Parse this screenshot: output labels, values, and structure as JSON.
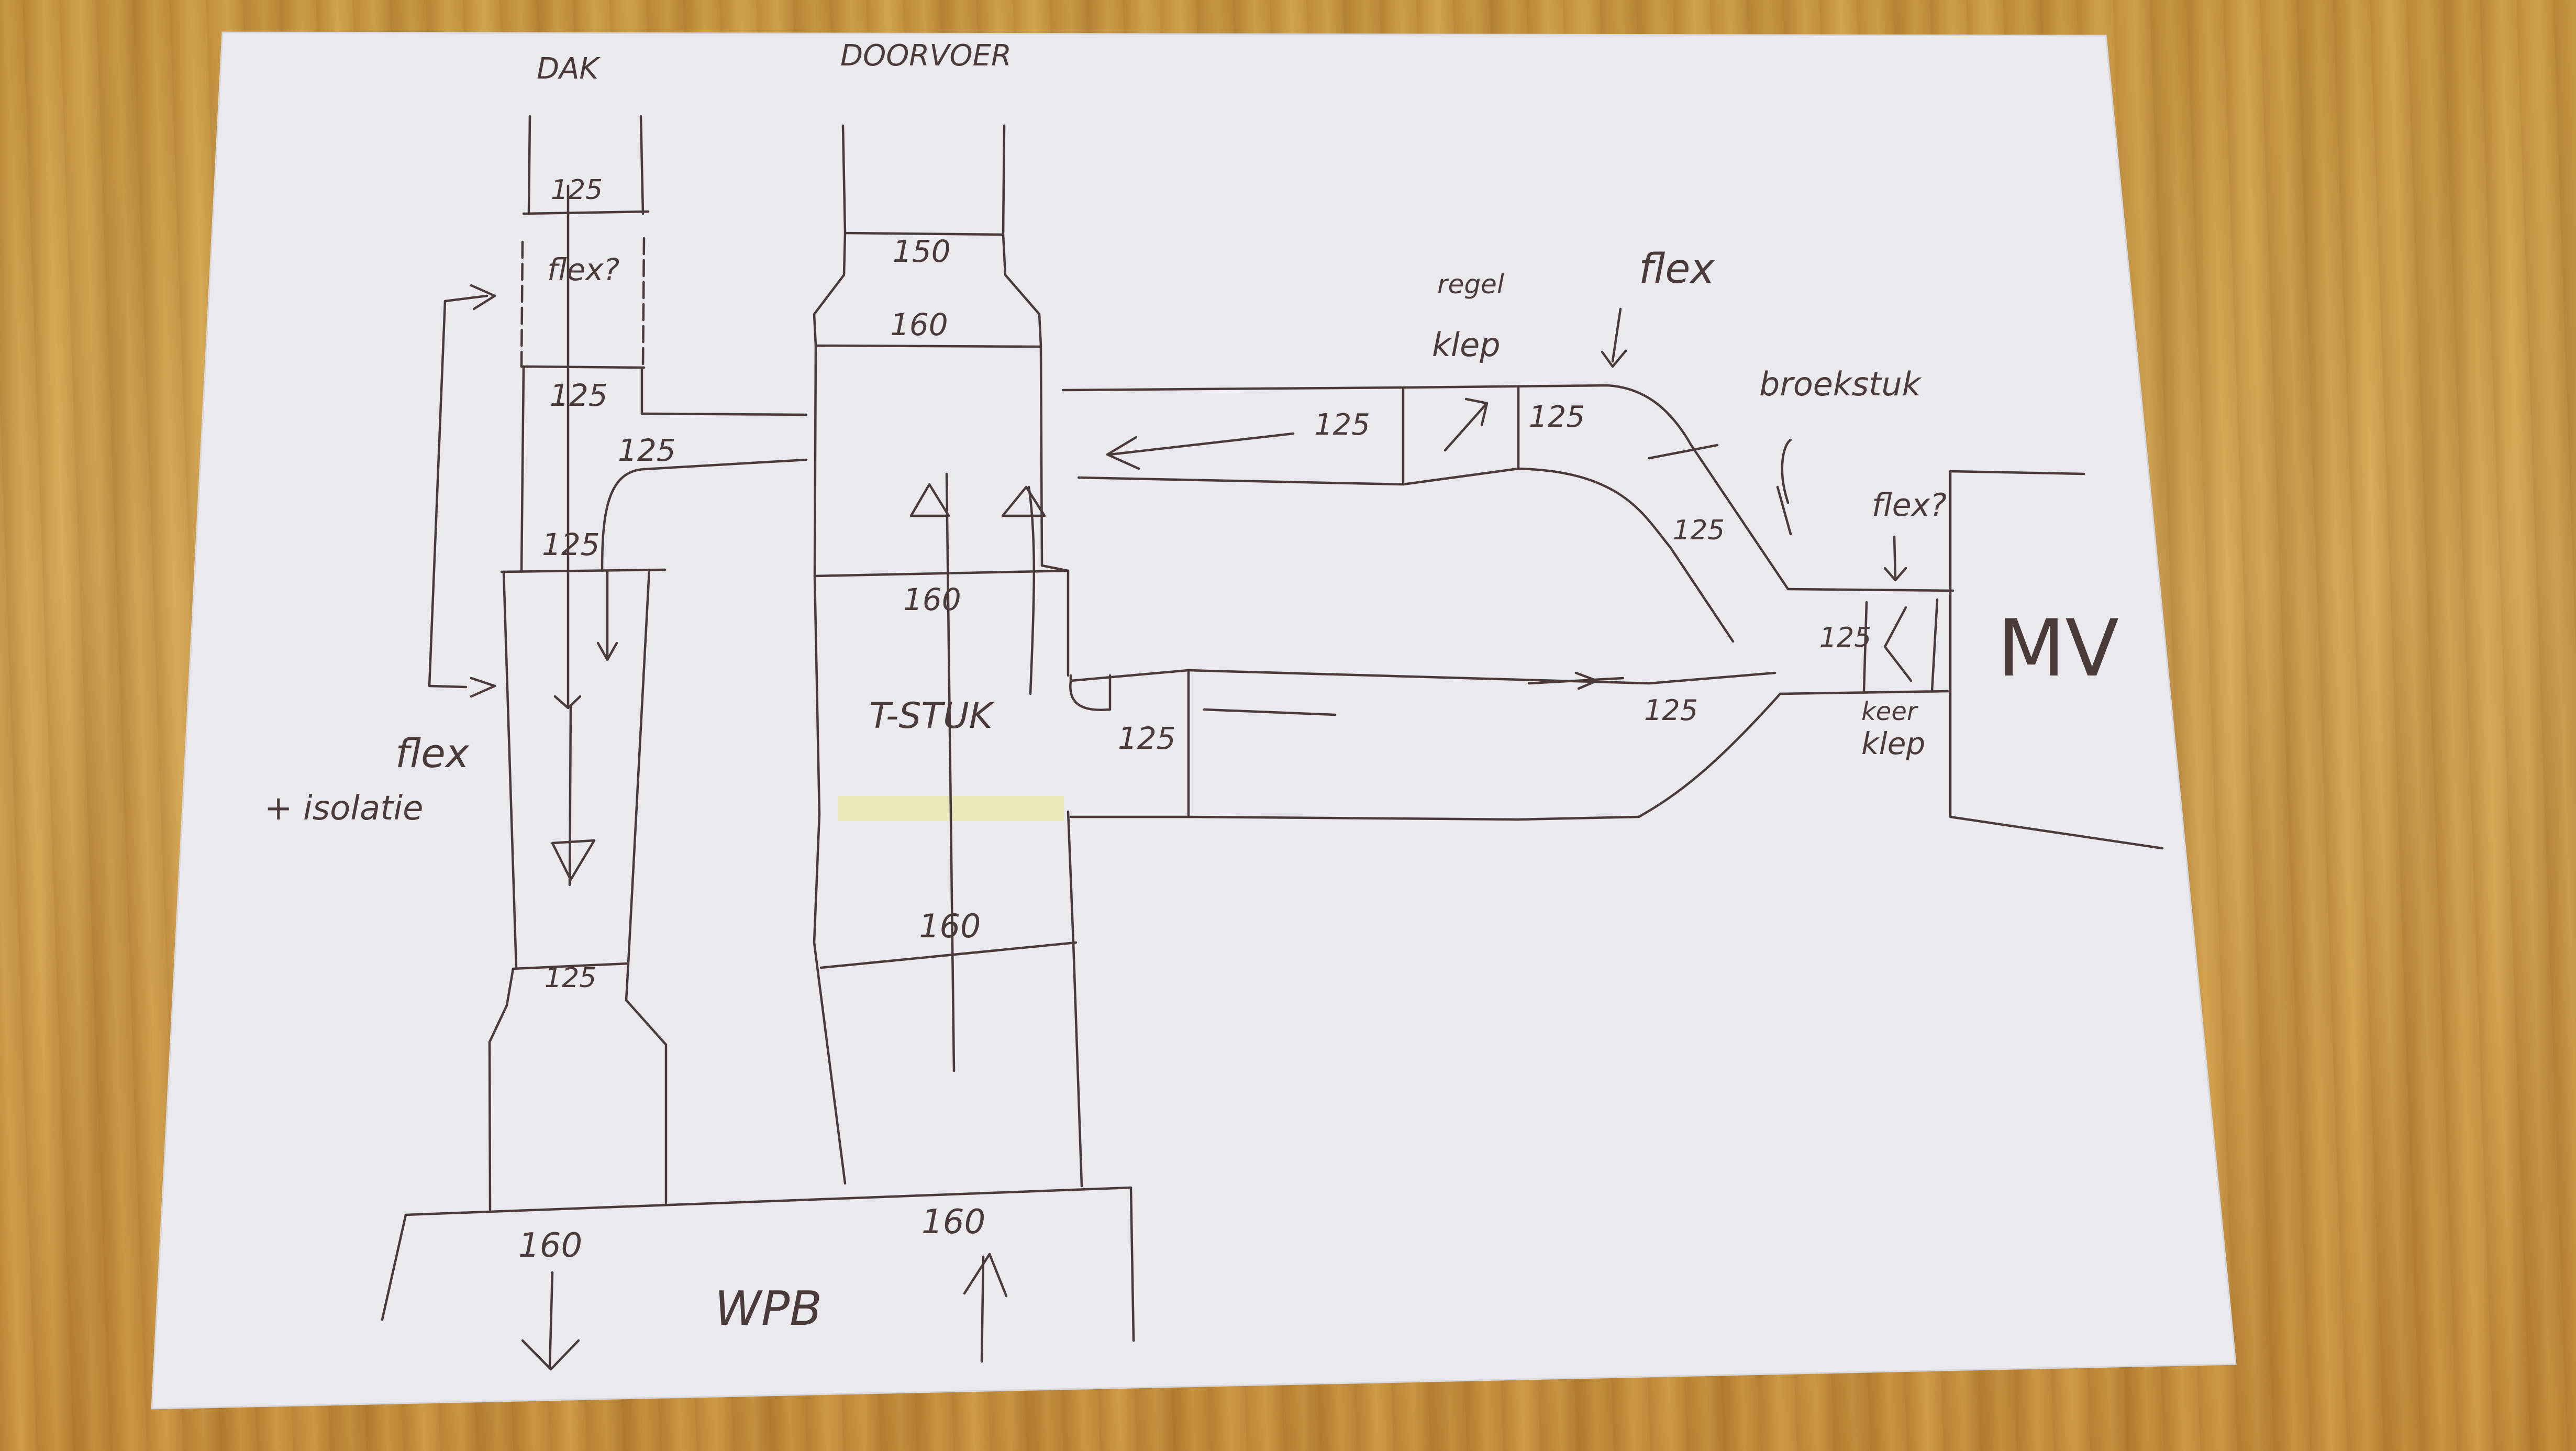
{
  "labels": {
    "dak": "DAK",
    "doorvoer": "DOORVOER",
    "flex_top": "flex?",
    "flex_isolatie_1": "flex",
    "flex_isolatie_2": "+ isolatie",
    "regel": "regel",
    "klep": "klep",
    "flex_right": "flex",
    "broekstuk": "broekstuk",
    "flex_mv": "flex?",
    "mv": "MV",
    "keerklep_1": "keer",
    "keerklep_2": "klep",
    "tstuk": "T-STUK",
    "wpb": "WPB"
  },
  "dimensions": {
    "dak_top": "125",
    "dak_flex_bottom": "125",
    "branch": "125",
    "dak_lower": "125",
    "dak_reducer": "125",
    "wpb_left": "160",
    "doorvoer_top": "150",
    "doorvoer_reducer": "160",
    "doorvoer_mid": "160",
    "doorvoer_low": "160",
    "wpb_right": "160",
    "upper_duct": "125",
    "after_klep": "125",
    "broek_upper": "125",
    "broek_inlet": "125",
    "lower_duct": "125",
    "lower_duct_right": "125"
  }
}
